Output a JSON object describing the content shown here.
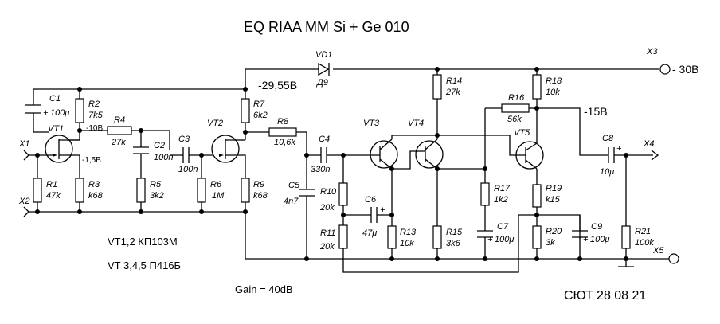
{
  "title": "EQ RIAA MM Si + Ge 010",
  "voltages": {
    "supply": "- 30B",
    "rail_after_diode": "-29,55B",
    "vt1_drain": "-10B",
    "vt1_source": "-1,5B",
    "output_node": "-15B"
  },
  "connectors": {
    "x1": "X1",
    "x2": "X2",
    "x3": "X3",
    "x4": "X4",
    "x5": "X5"
  },
  "transistors": {
    "vt1": "VT1",
    "vt2": "VT2",
    "vt3": "VT3",
    "vt4": "VT4",
    "vt5": "VT5"
  },
  "diode": {
    "ref": "VD1",
    "value": "Д9"
  },
  "resistors": {
    "r1": {
      "ref": "R1",
      "value": "47k"
    },
    "r2": {
      "ref": "R2",
      "value": "7k5"
    },
    "r3": {
      "ref": "R3",
      "value": "k68"
    },
    "r4": {
      "ref": "R4",
      "value": "27k"
    },
    "r5": {
      "ref": "R5",
      "value": "3k2"
    },
    "r6": {
      "ref": "R6",
      "value": "1M"
    },
    "r7": {
      "ref": "R7",
      "value": "6k2"
    },
    "r8": {
      "ref": "R8",
      "value": "10,6k"
    },
    "r9": {
      "ref": "R9",
      "value": "k68"
    },
    "r10": {
      "ref": "R10",
      "value": "20k"
    },
    "r11": {
      "ref": "R11",
      "value": "20k"
    },
    "r13": {
      "ref": "R13",
      "value": "10k"
    },
    "r14": {
      "ref": "R14",
      "value": "27k"
    },
    "r15": {
      "ref": "R15",
      "value": "3k6"
    },
    "r16": {
      "ref": "R16",
      "value": "56k"
    },
    "r17": {
      "ref": "R17",
      "value": "1k2"
    },
    "r18": {
      "ref": "R18",
      "value": "10k"
    },
    "r19": {
      "ref": "R19",
      "value": "k15"
    },
    "r20": {
      "ref": "R20",
      "value": "3k"
    },
    "r21": {
      "ref": "R21",
      "value": "100k"
    }
  },
  "capacitors": {
    "c1": {
      "ref": "C1",
      "value": "100μ"
    },
    "c2": {
      "ref": "C2",
      "value": "100n"
    },
    "c3": {
      "ref": "C3",
      "value": "100n"
    },
    "c4": {
      "ref": "C4",
      "value": "330n"
    },
    "c5": {
      "ref": "C5",
      "value": "4n7"
    },
    "c6": {
      "ref": "C6",
      "value": "47μ"
    },
    "c7": {
      "ref": "C7",
      "value": "100μ"
    },
    "c8": {
      "ref": "C8",
      "value": "10μ"
    },
    "c9": {
      "ref": "C9",
      "value": "100μ"
    }
  },
  "plus_sign": "+",
  "notes": {
    "fet_types": "VT1,2  КП103М",
    "bjt_types": "VT 3,4,5 П416Б",
    "gain": "Gain = 40dB",
    "signature": "СЮТ 28 08 21"
  }
}
